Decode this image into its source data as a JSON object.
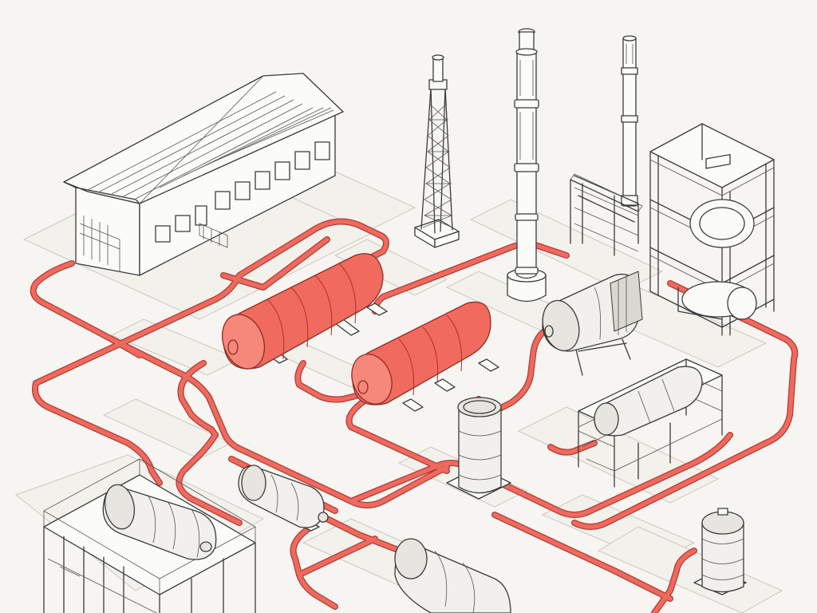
{
  "colors": {
    "background": "#f6f5f1",
    "pipe": "#ee6a5f",
    "pipe_outline": "#b23a33",
    "red_tank": "#f06b5e",
    "line": "#3a3a3a"
  },
  "components": [
    "warehouse-building",
    "lattice-tower",
    "tall-chimney-stack",
    "thin-chimney-stack",
    "steel-frame-structure",
    "red-storage-tank",
    "red-storage-tank",
    "horizontal-vessel",
    "vertical-vessel",
    "conveyor-platform",
    "skid-platform",
    "horizontal-vessel-small",
    "horizontal-vessel-bottom",
    "vertical-vessel-small",
    "red-pipeline-network"
  ]
}
